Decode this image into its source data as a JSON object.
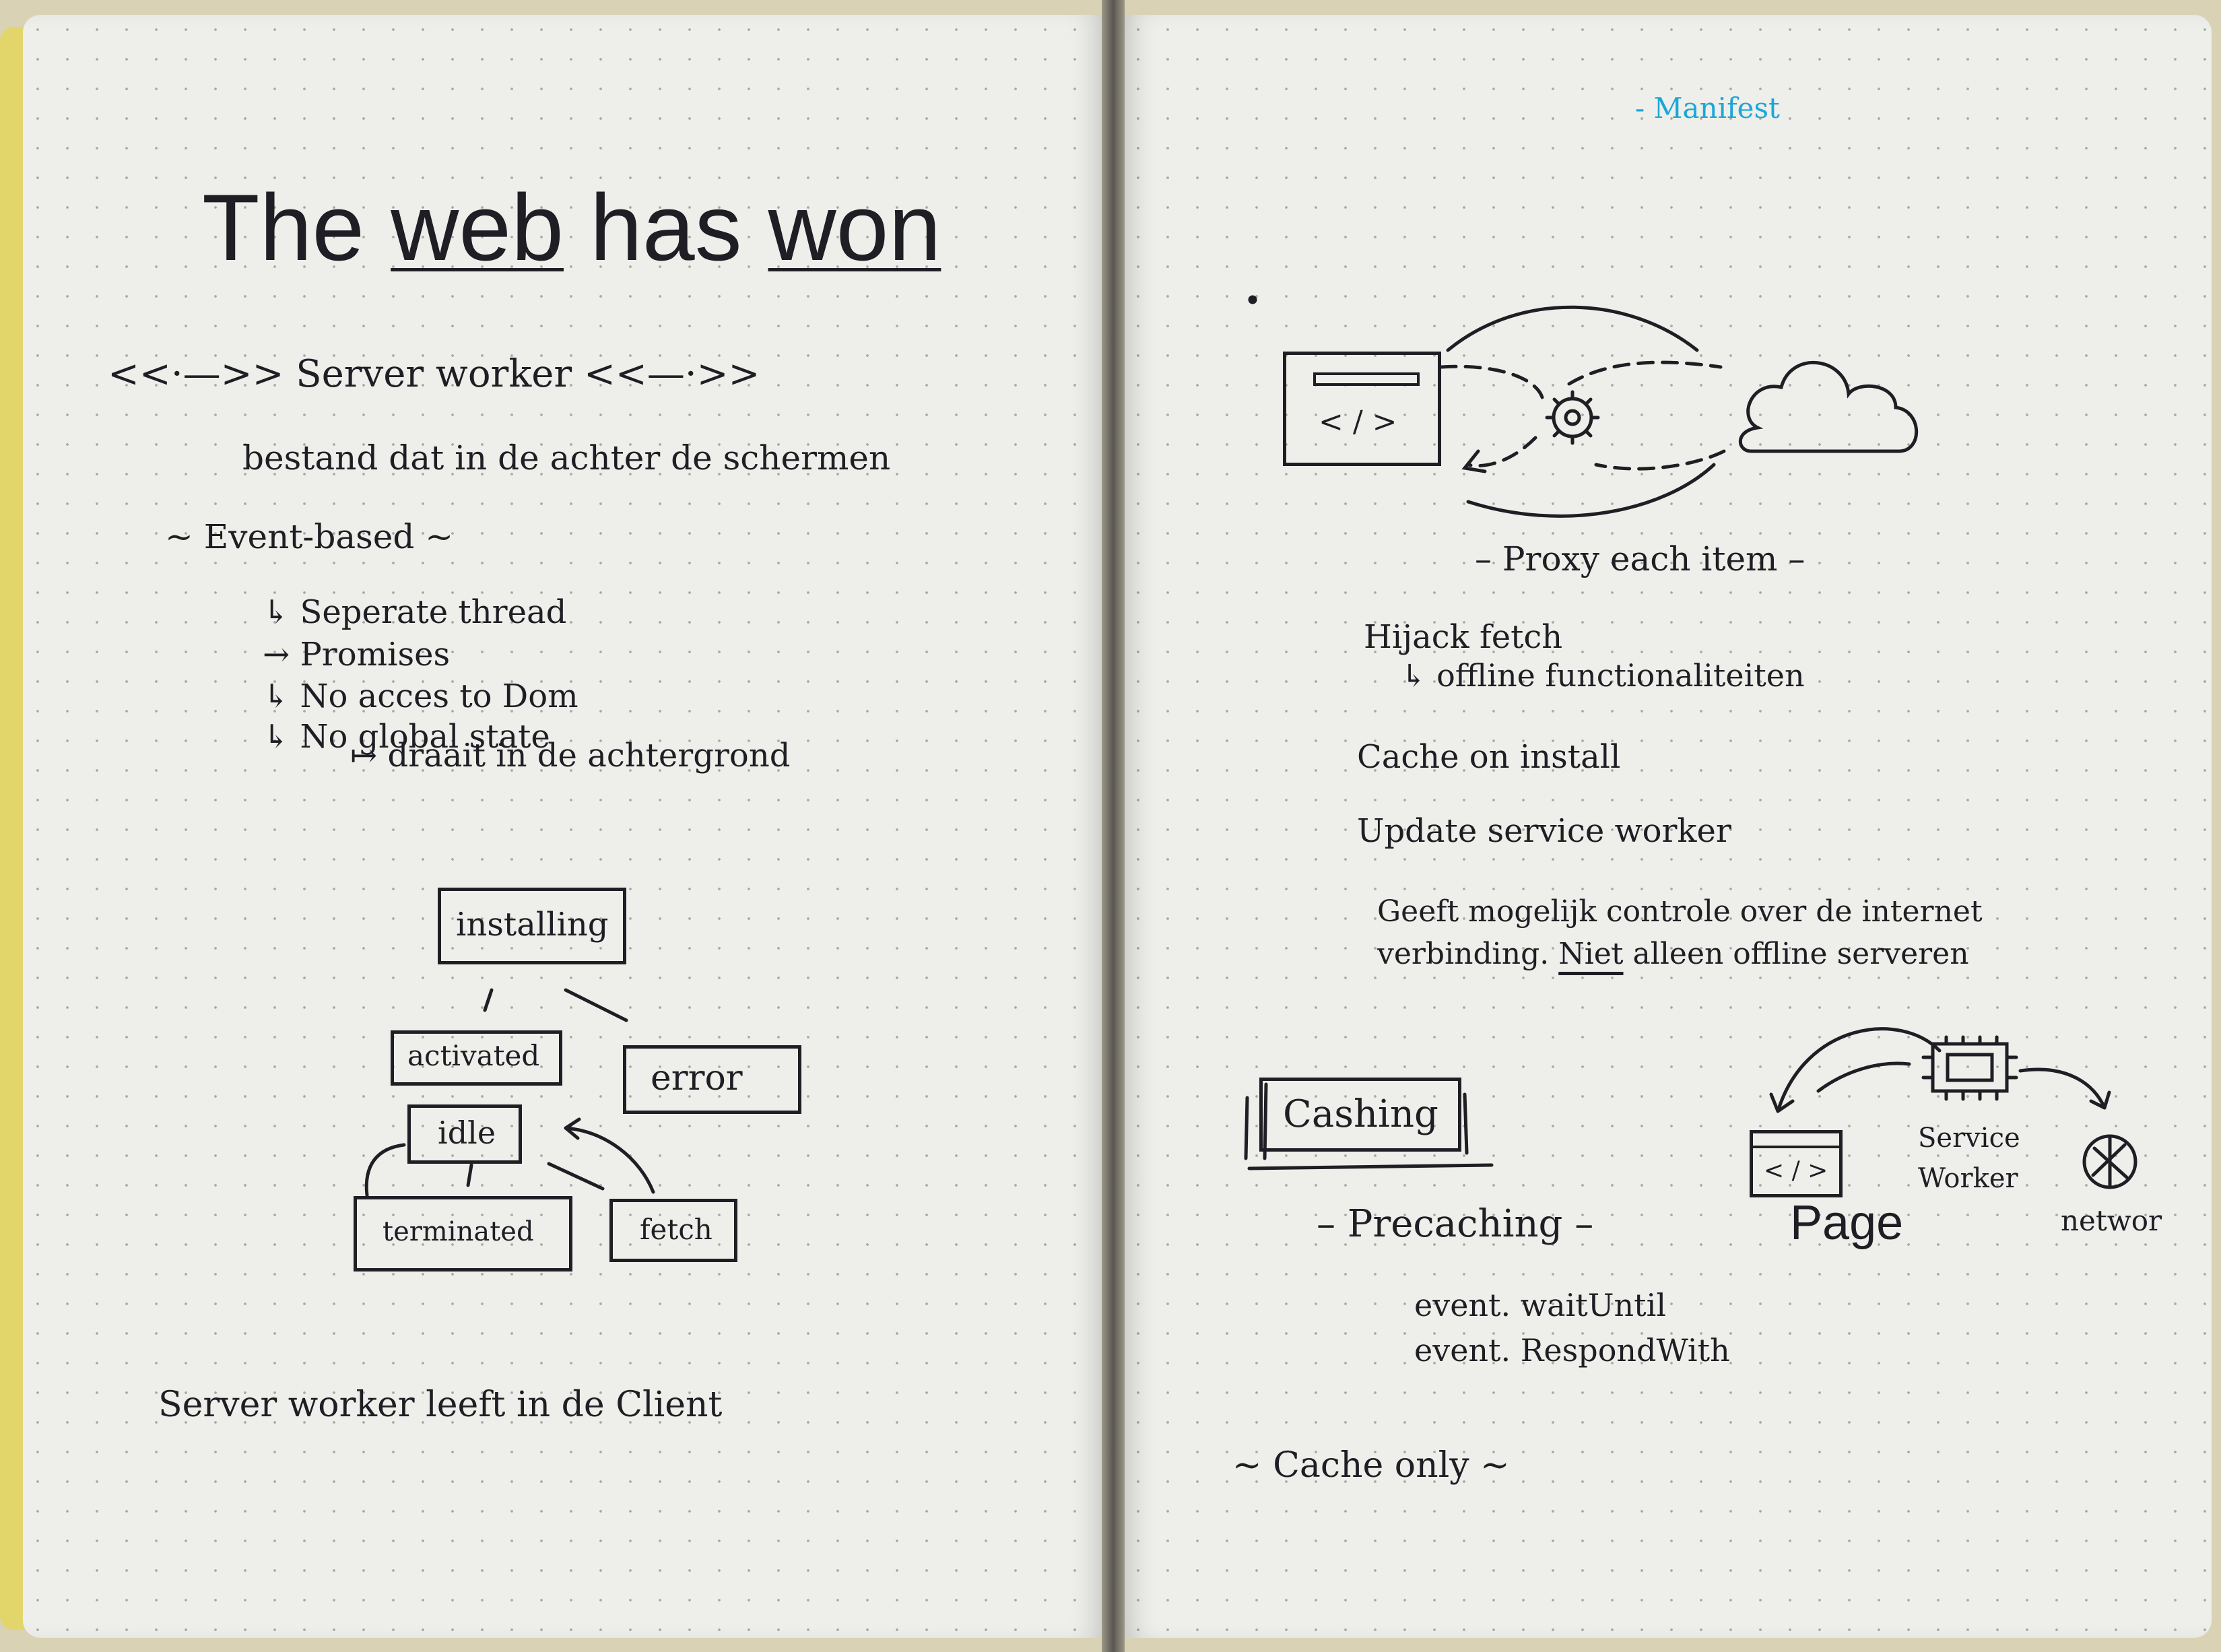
{
  "left_page": {
    "title": {
      "part1": "The",
      "part2": "web",
      "part3": "has",
      "part4": "won"
    },
    "server_worker_heading": "<<·—>> Server worker <<—·>>",
    "description": "bestand dat in de achter de schermen",
    "event_based": "~ Event-based ~",
    "bullets": [
      "↳ Seperate thread",
      "→ Promises",
      "↳ No acces to Dom",
      "↳ No global state"
    ],
    "sub_bullet": "↦ draait in de achtergrond",
    "lifecycle": {
      "installing": "installing",
      "activated": "activated",
      "error": "error",
      "idle": "idle",
      "terminated": "terminated",
      "fetch": "fetch"
    },
    "footer": "Server worker leeft in de Client"
  },
  "right_page": {
    "manifest_note": "- Manifest",
    "code_icon": "< / >",
    "proxy_caption": "– Proxy each item –",
    "hijack": "Hijack fetch",
    "offline": "↳ offline functionaliteiten",
    "cache_install": "Cache on install",
    "update": "Update service worker",
    "control_line1": "Geeft mogelijk controle over de internet",
    "control_line2_a": "verbinding.",
    "control_line2_b": "Niet",
    "control_line2_c": "alleen offline serveren",
    "cashing": "Cashing",
    "precaching": "– Precaching –",
    "wait_until": "event. waitUntil",
    "respond_with": "event. RespondWith",
    "page_icon_code": "< / >",
    "page_label": "Page",
    "service_worker_label_1": "Service",
    "service_worker_label_2": "Worker",
    "network_label": "networ",
    "cache_only": "~ Cache only ~"
  },
  "colors": {
    "ink": "#1e1e24",
    "manifest": "#1aa7d8",
    "paper": "#eeeeea",
    "edge": "#e2d66b"
  }
}
